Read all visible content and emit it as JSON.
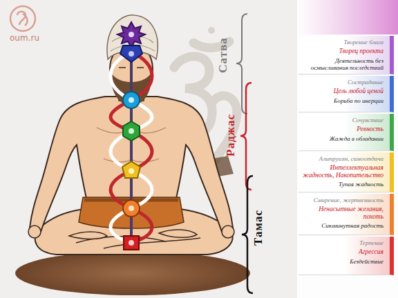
{
  "diagram": {
    "nodes": [
      {
        "text": [
          "Творение блага",
          "Творец проекта",
          "Деятельность без осмысливания последствий"
        ]
      },
      {
        "text": [
          "Сострадание",
          "Цель любой ценой",
          "Борьба по инерции"
        ]
      },
      {
        "text": [
          "Сочувствие",
          "Ревность",
          "Жажда в обладании"
        ]
      },
      {
        "text": [
          "Альтруизм, самоотдача",
          "Интеллектуальная жадность, Накопительство",
          "Тупая жадность"
        ]
      },
      {
        "text": [
          "Смирение, жертвенность",
          "Ненасытные желания, похоть",
          "Сиюминутная радость"
        ]
      },
      {
        "text": [
          "Терпение",
          "Агрессия",
          "Бездействие"
        ]
      }
    ],
    "labels": [
      "oum.ru",
      "Сатва",
      "Раджас",
      "Тамас"
    ]
  }
}
